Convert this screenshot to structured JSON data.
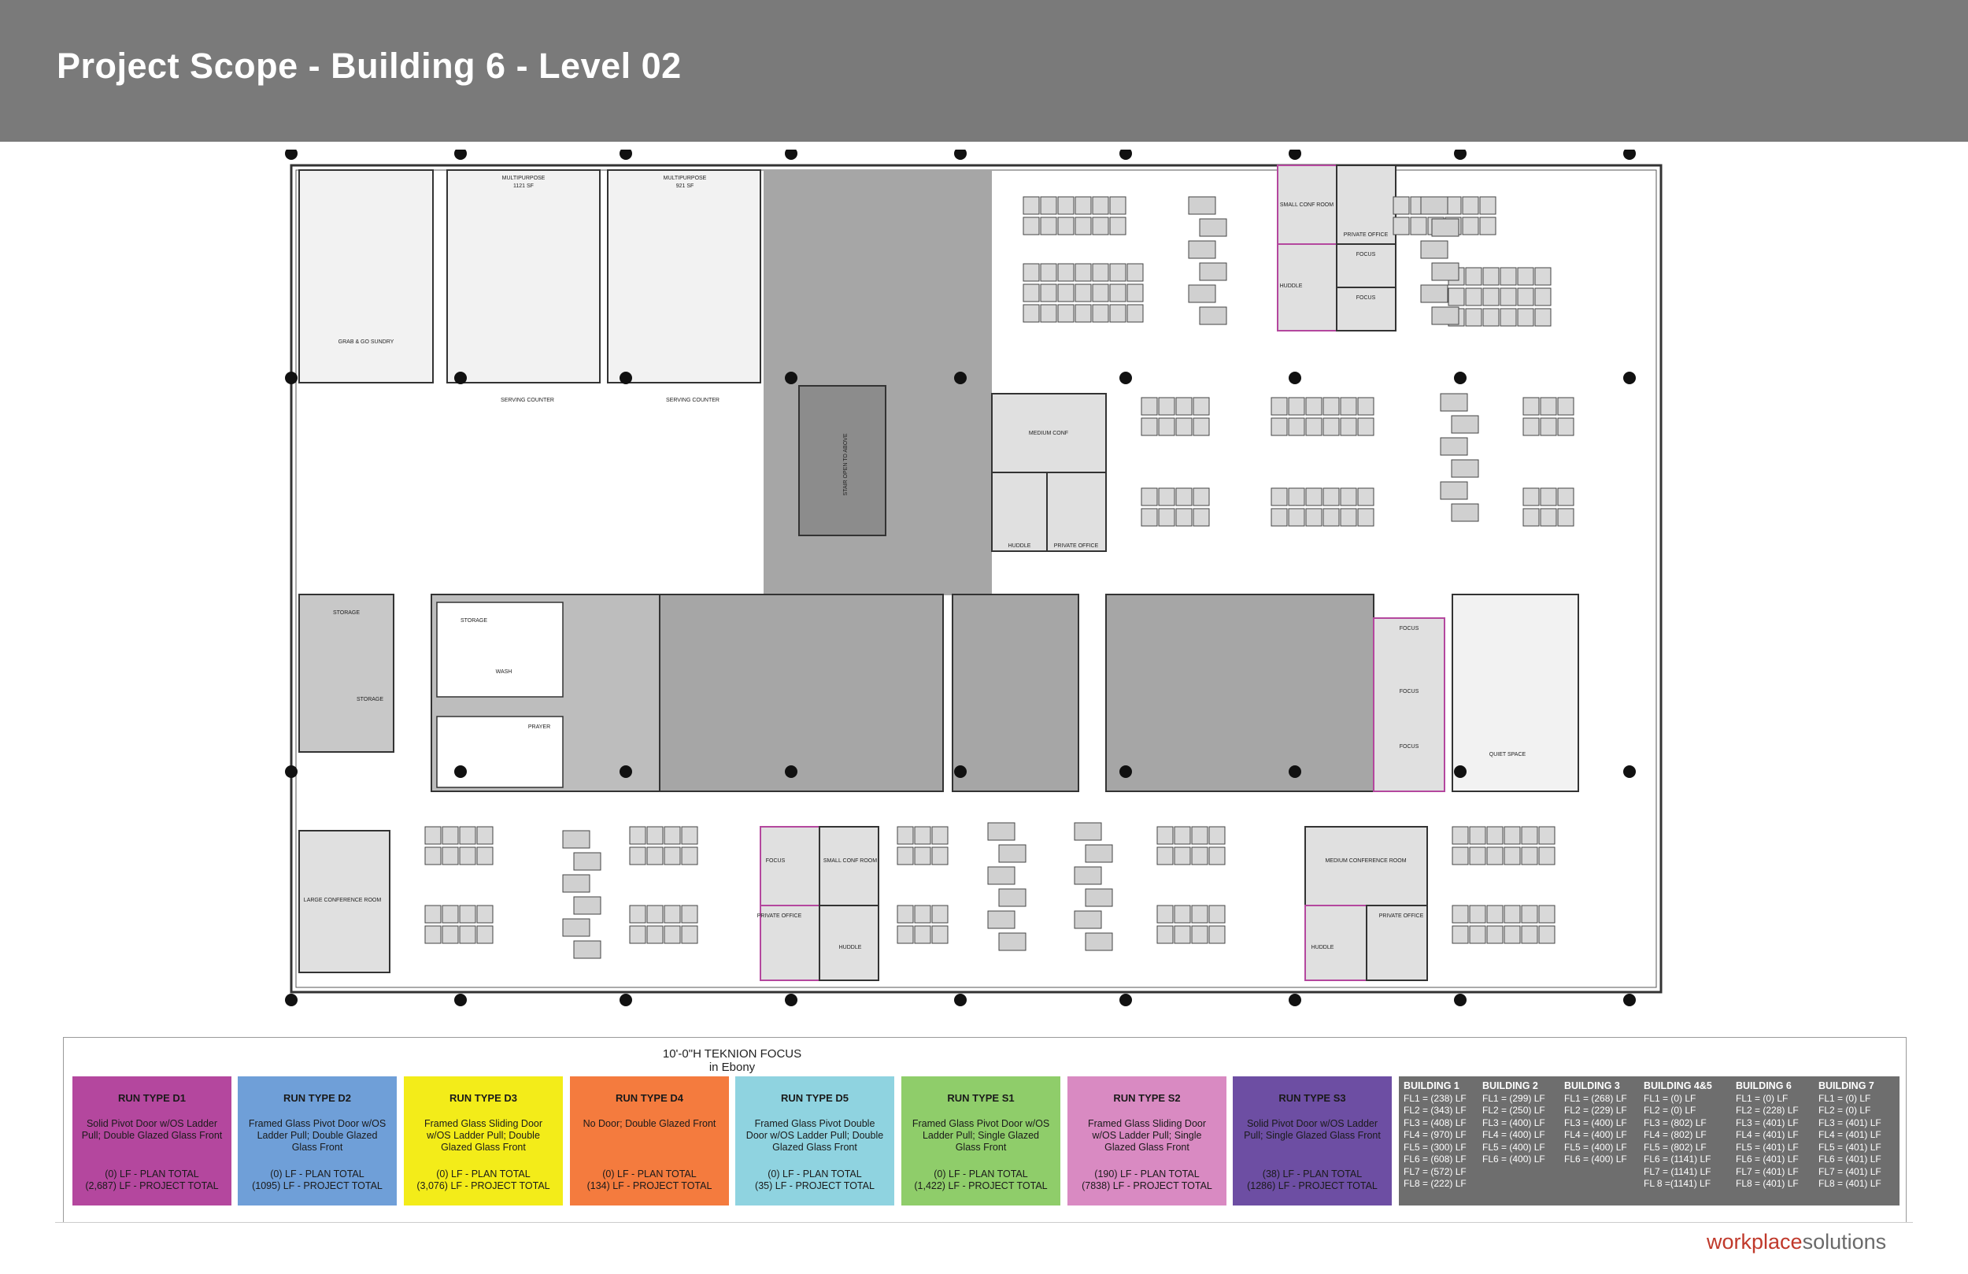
{
  "header": {
    "title": "Project Scope - Building 6 - Level 02"
  },
  "plan": {
    "labels": {
      "grab_go": "GRAB & GO SUNDRY",
      "multipurpose": "MULTIPURPOSE",
      "mp1_sf": "1121 SF",
      "mp2_sf": "921 SF",
      "serving": "SERVING COUNTER",
      "stair": "STAIR OPEN TO ABOVE",
      "medium_conf": "MEDIUM CONF",
      "huddle": "HUDDLE",
      "private_office": "PRIVATE OFFICE",
      "small_conf": "SMALL CONF ROOM",
      "focus": "FOCUS",
      "storage": "STORAGE",
      "wash": "WASH",
      "prayer": "PRAYER",
      "quiet_space": "QUIET SPACE",
      "large_conf": "LARGE CONFERENCE ROOM",
      "medium_conference": "MEDIUM CONFERENCE ROOM"
    },
    "colors": {
      "wall": "#333333",
      "core": "#a6a6a6",
      "workstation": "#d9d9d9",
      "run_d1": "#b4479e",
      "run_d2": "#6f9fd8"
    }
  },
  "legend": {
    "title": "10'-0\"H TEKNION FOCUS",
    "subtitle": "in Ebony",
    "runs": [
      {
        "type": "RUN TYPE D1",
        "desc": "Solid Pivot Door w/OS Ladder Pull; Double Glazed Glass Front",
        "plan": "(0) LF - PLAN TOTAL",
        "project": "(2,687) LF - PROJECT TOTAL",
        "color": "#b4479e"
      },
      {
        "type": "RUN TYPE D2",
        "desc": "Framed Glass Pivot Door w/OS Ladder Pull; Double Glazed Glass Front",
        "plan": "(0) LF - PLAN TOTAL",
        "project": "(1095) LF - PROJECT TOTAL",
        "color": "#6f9fd8"
      },
      {
        "type": "RUN TYPE D3",
        "desc": "Framed Glass Sliding Door w/OS Ladder Pull; Double Glazed Glass Front",
        "plan": "(0) LF - PLAN TOTAL",
        "project": "(3,076) LF - PROJECT TOTAL",
        "color": "#f3ec19"
      },
      {
        "type": "RUN TYPE D4",
        "desc": "No Door; Double Glazed Front",
        "plan": "(0) LF - PLAN TOTAL",
        "project": "(134) LF - PROJECT TOTAL",
        "color": "#f47b3e"
      },
      {
        "type": "RUN TYPE D5",
        "desc": "Framed Glass Pivot Double Door w/OS Ladder Pull; Double Glazed Glass Front",
        "plan": "(0) LF - PLAN TOTAL",
        "project": "(35) LF - PROJECT TOTAL",
        "color": "#8fd3e0"
      },
      {
        "type": "RUN TYPE S1",
        "desc": "Framed Glass Pivot Door w/OS Ladder Pull; Single Glazed Glass Front",
        "plan": "(0) LF - PLAN TOTAL",
        "project": "(1,422) LF - PROJECT TOTAL",
        "color": "#8fcd6a"
      },
      {
        "type": "RUN TYPE S2",
        "desc": "Framed Glass Sliding Door w/OS Ladder Pull; Single Glazed Glass Front",
        "plan": "(190) LF - PLAN TOTAL",
        "project": "(7838) LF - PROJECT TOTAL",
        "color": "#d98ac2"
      },
      {
        "type": "RUN TYPE S3",
        "desc": "Solid Pivot Door w/OS Ladder Pull; Single Glazed Glass Front",
        "plan": "(38) LF - PLAN TOTAL",
        "project": "(1286) LF - PROJECT TOTAL",
        "color": "#6d4ea3"
      }
    ],
    "buildings": [
      {
        "name": "BUILDING 1",
        "rows": [
          "FL1 = (238) LF",
          "FL2 = (343) LF",
          "FL3 = (408) LF",
          "FL4 = (970) LF",
          "FL5 = (300) LF",
          "FL6 = (608) LF",
          "FL7 = (572) LF",
          "FL8 = (222) LF"
        ]
      },
      {
        "name": "BUILDING 2",
        "rows": [
          "FL1 = (299) LF",
          "FL2 = (250) LF",
          "FL3 = (400) LF",
          "FL4 = (400) LF",
          "FL5 = (400) LF",
          "FL6 = (400) LF"
        ]
      },
      {
        "name": "BUILDING 3",
        "rows": [
          "FL1 = (268) LF",
          "FL2 = (229) LF",
          "FL3 = (400) LF",
          "FL4 = (400) LF",
          "FL5 = (400) LF",
          "FL6 = (400) LF"
        ]
      },
      {
        "name": "BUILDING 4&5",
        "rows": [
          "FL1 = (0) LF",
          "FL2 = (0) LF",
          "FL3 = (802) LF",
          "FL4 = (802) LF",
          "FL5 = (802) LF",
          "FL6 = (1141) LF",
          "FL7 = (1141) LF",
          "FL 8 =(1141) LF"
        ]
      },
      {
        "name": "BUILDING 6",
        "rows": [
          "FL1 = (0) LF",
          "FL2 = (228) LF",
          "FL3 = (401) LF",
          "FL4 = (401) LF",
          "FL5 = (401) LF",
          "FL6 = (401) LF",
          "FL7 = (401) LF",
          "FL8 = (401) LF"
        ]
      },
      {
        "name": "BUILDING 7",
        "rows": [
          "FL1 = (0) LF",
          "FL2 = (0) LF",
          "FL3 = (401) LF",
          "FL4 = (401) LF",
          "FL5 = (401) LF",
          "FL6 = (401) LF",
          "FL7 = (401) LF",
          "FL8 = (401) LF"
        ]
      }
    ]
  },
  "footer": {
    "brand_a": "workplace",
    "brand_b": "solutions"
  }
}
